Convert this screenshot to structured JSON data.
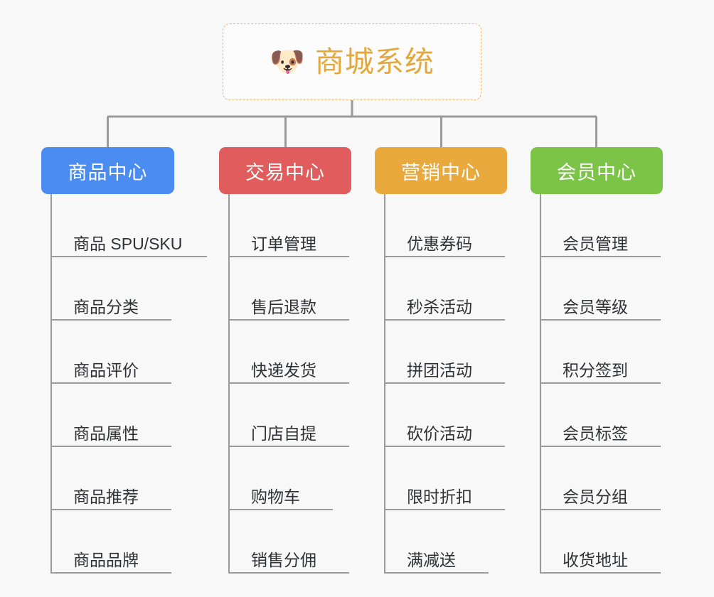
{
  "page": {
    "background_color": "#f8f8f8",
    "title": "商城系统"
  },
  "root": {
    "icon": "shiba-dog-face-emoji",
    "icon_glyph": "🐶",
    "label": "商城系统",
    "text_color": "#e3a83c",
    "border_color": "#e8b96a",
    "background_color": "#fcfcfc"
  },
  "connector_color": "#9a9a9a",
  "columns": [
    {
      "id": "product-center",
      "label": "商品中心",
      "color": "#4a8cf0",
      "items": [
        {
          "label": "商品 SPU/SKU"
        },
        {
          "label": "商品分类"
        },
        {
          "label": "商品评价"
        },
        {
          "label": "商品属性"
        },
        {
          "label": "商品推荐"
        },
        {
          "label": "商品品牌"
        }
      ]
    },
    {
      "id": "trade-center",
      "label": "交易中心",
      "color": "#e15d5d",
      "items": [
        {
          "label": "订单管理"
        },
        {
          "label": "售后退款"
        },
        {
          "label": "快递发货"
        },
        {
          "label": "门店自提"
        },
        {
          "label": "购物车"
        },
        {
          "label": "销售分佣"
        }
      ]
    },
    {
      "id": "marketing-center",
      "label": "营销中心",
      "color": "#eaa93d",
      "items": [
        {
          "label": "优惠券码"
        },
        {
          "label": "秒杀活动"
        },
        {
          "label": "拼团活动"
        },
        {
          "label": "砍价活动"
        },
        {
          "label": "限时折扣"
        },
        {
          "label": "满减送"
        }
      ]
    },
    {
      "id": "member-center",
      "label": "会员中心",
      "color": "#7cc447",
      "items": [
        {
          "label": "会员管理"
        },
        {
          "label": "会员等级"
        },
        {
          "label": "积分签到"
        },
        {
          "label": "会员标签"
        },
        {
          "label": "会员分组"
        },
        {
          "label": "收货地址"
        }
      ]
    }
  ]
}
